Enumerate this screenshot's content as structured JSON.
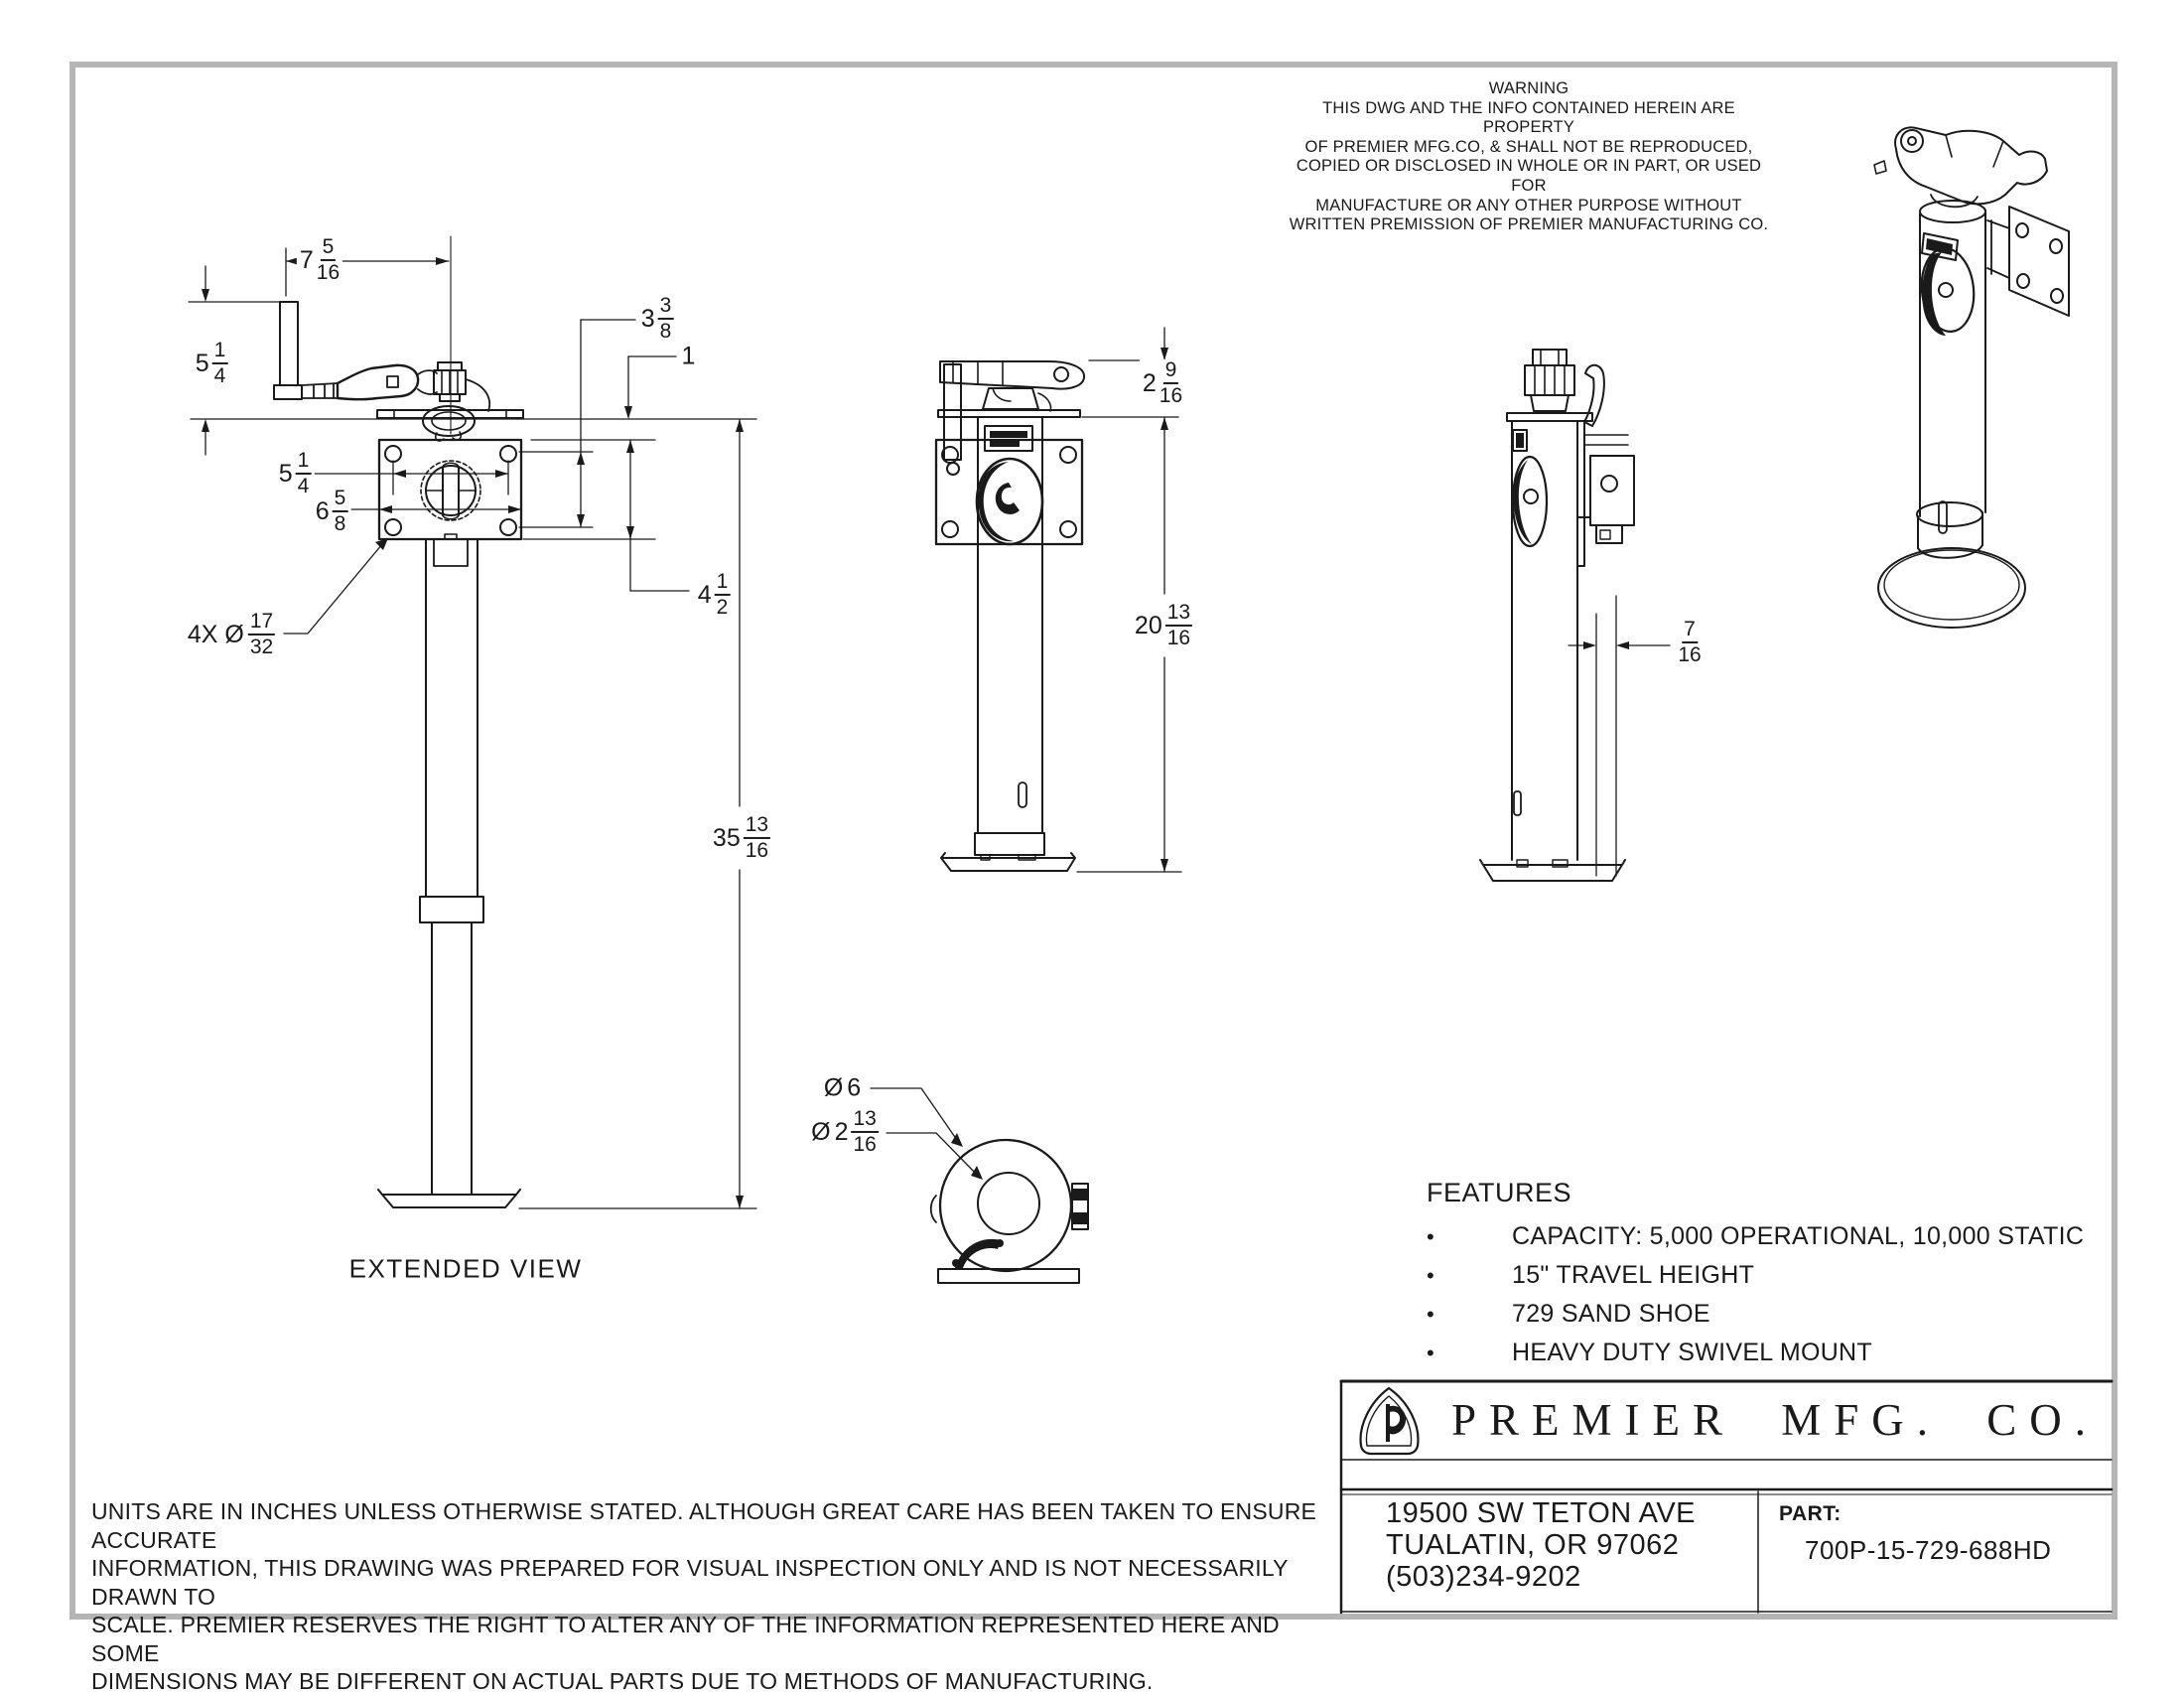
{
  "sheet": {
    "warning_lines": [
      "WARNING",
      "THIS DWG AND THE INFO CONTAINED HEREIN ARE PROPERTY",
      "OF PREMIER MFG.CO, & SHALL NOT BE REPRODUCED,",
      "COPIED OR DISCLOSED IN WHOLE OR IN PART, OR USED FOR",
      "MANUFACTURE OR ANY OTHER PURPOSE WITHOUT",
      "WRITTEN PREMISSION OF PREMIER MANUFACTURING CO."
    ],
    "disclaimer_lines": [
      "UNITS ARE IN INCHES UNLESS OTHERWISE STATED.  ALTHOUGH GREAT CARE HAS BEEN TAKEN TO ENSURE ACCURATE",
      "INFORMATION, THIS DRAWING WAS PREPARED FOR VISUAL INSPECTION ONLY AND IS NOT NECESSARILY DRAWN TO",
      "SCALE.  PREMIER RESERVES THE RIGHT TO ALTER ANY OF THE INFORMATION REPRESENTED HERE AND SOME",
      "DIMENSIONS MAY BE DIFFERENT ON ACTUAL PARTS DUE TO METHODS OF MANUFACTURING."
    ],
    "extended_view_label": "EXTENDED VIEW"
  },
  "features": {
    "title": "FEATURES",
    "bullet": "•",
    "items": [
      "CAPACITY: 5,000 OPERATIONAL, 10,000 STATIC",
      "15\" TRAVEL HEIGHT",
      "729 SAND SHOE",
      "HEAVY DUTY SWIVEL MOUNT"
    ]
  },
  "title_block": {
    "company": "PREMIER MFG. CO.",
    "logo_icon": "premier-p-shield-logo",
    "address_lines": [
      "19500 SW TETON AVE",
      "TUALATIN, OR 97062",
      "(503)234-9202"
    ],
    "part_label": "PART:",
    "part_number": "700P-15-729-688HD"
  },
  "dimensions": {
    "crank_offset": {
      "whole": "7",
      "num": "5",
      "den": "16"
    },
    "crank_height": {
      "whole": "5",
      "num": "1",
      "den": "4"
    },
    "hole_row_spacing": {
      "whole": "3",
      "num": "3",
      "den": "8"
    },
    "plate_top_offset": {
      "whole": "1"
    },
    "hole_col_spacing": {
      "whole": "5",
      "num": "1",
      "den": "4"
    },
    "plate_width": {
      "whole": "6",
      "num": "5",
      "den": "8"
    },
    "mount_holes": {
      "pre": "4X Ø",
      "num": "17",
      "den": "32"
    },
    "plate_height": {
      "whole": "4",
      "num": "1",
      "den": "2"
    },
    "extended_height": {
      "whole": "35",
      "num": "13",
      "den": "16"
    },
    "handle_height": {
      "whole": "2",
      "num": "9",
      "den": "16"
    },
    "retracted_height": {
      "whole": "20",
      "num": "13",
      "den": "16"
    },
    "side_offset": {
      "num": "7",
      "den": "16"
    },
    "shoe_diameter": {
      "pre": "Ø",
      "whole": "6"
    },
    "tube_diameter": {
      "pre": "Ø",
      "whole": "2",
      "num": "13",
      "den": "16"
    }
  },
  "colors": {
    "line": "#1a1a1a",
    "sheet_border": "#b5b5b5",
    "background": "#ffffff"
  }
}
